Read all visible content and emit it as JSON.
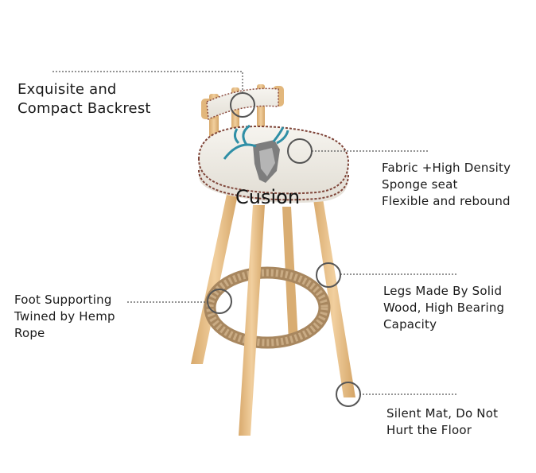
{
  "callouts": {
    "backrest": {
      "lines": [
        "Exquisite and",
        "Compact Backrest"
      ]
    },
    "seat": {
      "lines": [
        "Fabric +High Density",
        "Sponge seat",
        "Flexible and rebound"
      ]
    },
    "footrest": {
      "lines": [
        "Foot Supporting",
        "Twined by Hemp",
        "Rope"
      ]
    },
    "legs": {
      "lines": [
        "Legs Made By Solid",
        "Wood, High Bearing",
        "Capacity"
      ]
    },
    "mat": {
      "lines": [
        "Silent Mat, Do Not",
        "Hurt the Floor"
      ]
    }
  },
  "seat_word": "Cusion",
  "colors": {
    "wood": "#e9c592",
    "wood_dark": "#c99a5e",
    "fabric": "#f1efe9",
    "rope": "#b79770",
    "piping": "#8a4a3e",
    "antler": "#2f8fa6"
  },
  "icons": [
    "magnifier-circle"
  ]
}
